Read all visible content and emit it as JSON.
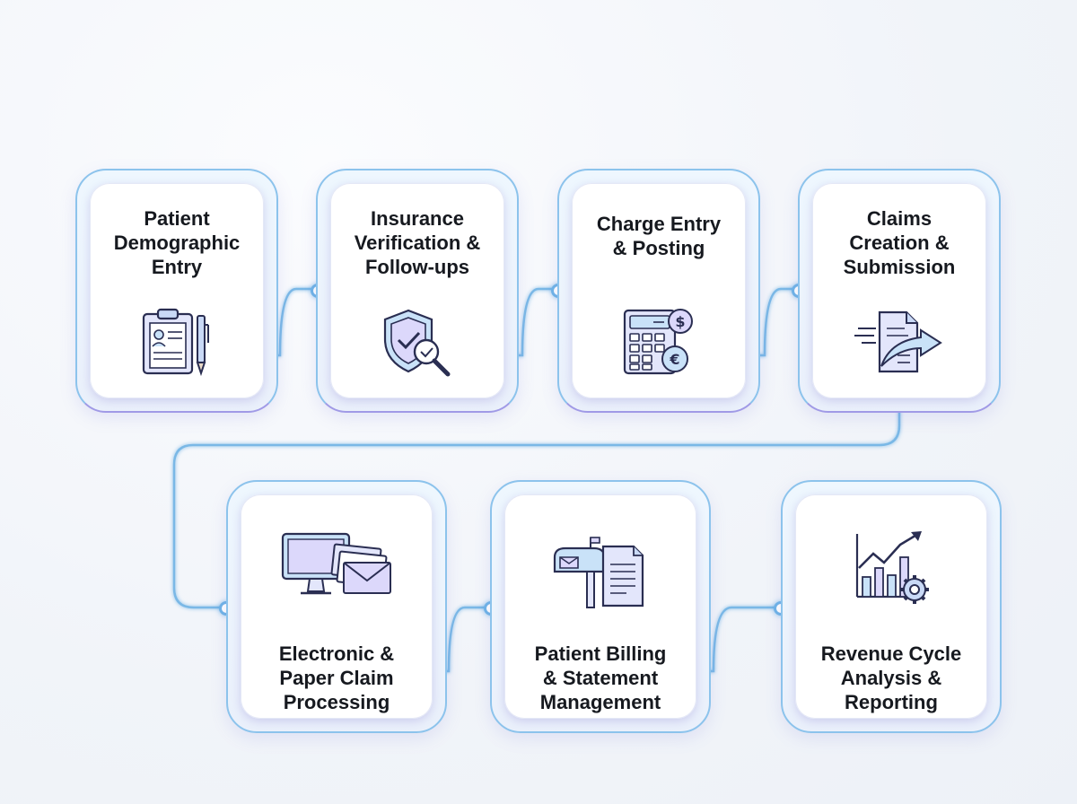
{
  "steps": [
    {
      "lines": [
        "Patient",
        "Demographic",
        "Entry"
      ],
      "icon": "clipboard-pen-icon"
    },
    {
      "lines": [
        "Insurance",
        "Verification &",
        "Follow-ups"
      ],
      "icon": "shield-check-magnifier-icon"
    },
    {
      "lines": [
        "Charge Entry",
        "& Posting"
      ],
      "icon": "calculator-coins-icon"
    },
    {
      "lines": [
        "Claims",
        "Creation &",
        "Submission"
      ],
      "icon": "document-send-arrow-icon"
    },
    {
      "lines": [
        "Electronic &",
        "Paper Claim",
        "Processing"
      ],
      "icon": "computer-mail-icon"
    },
    {
      "lines": [
        "Patient Billing",
        "& Statement",
        "Management"
      ],
      "icon": "mailbox-statement-icon"
    },
    {
      "lines": [
        "Revenue Cycle",
        "Analysis &",
        "Reporting"
      ],
      "icon": "chart-gear-icon"
    }
  ],
  "colors": {
    "connector": "#6fb3e6",
    "card_border": "#8cc3ec",
    "accent_purple": "#a09ae6",
    "text": "#16191f"
  }
}
